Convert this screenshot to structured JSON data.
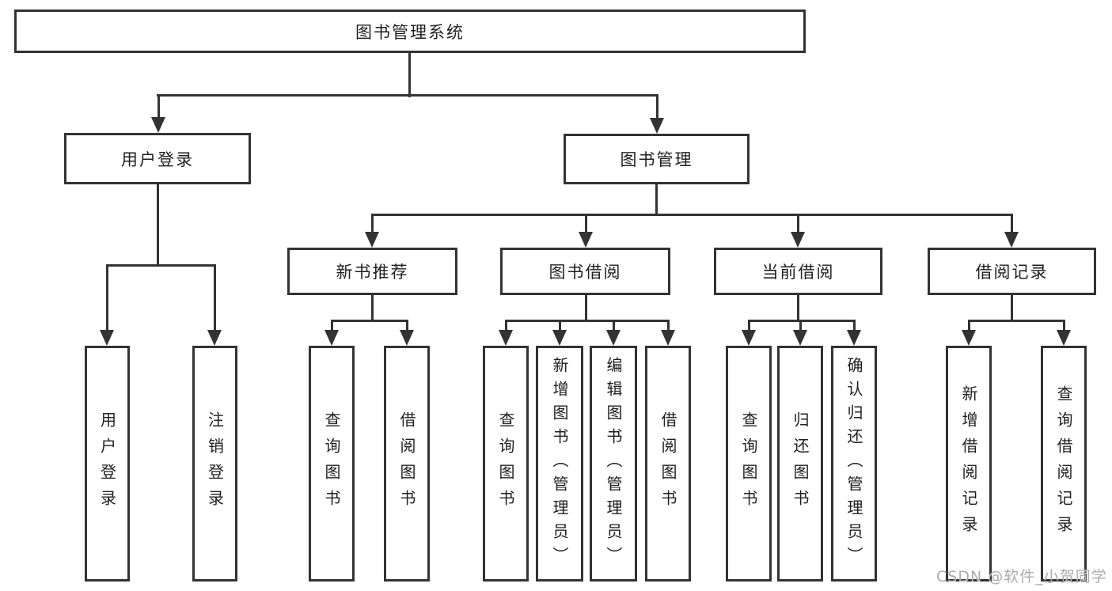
{
  "colors": {
    "line": "#333333",
    "text": "#1f1f1f",
    "watermark": "#ababab",
    "background": "#ffffff"
  },
  "watermark": {
    "text": "CSDN @软件_小贺同学"
  },
  "tree": {
    "root": {
      "label": "图书管理系统",
      "children": [
        {
          "label": "用户登录",
          "children": [
            {
              "label": "用户登录"
            },
            {
              "label": "注销登录"
            }
          ]
        },
        {
          "label": "图书管理",
          "children": [
            {
              "label": "新书推荐",
              "children": [
                {
                  "label": "查询图书"
                },
                {
                  "label": "借阅图书"
                }
              ]
            },
            {
              "label": "图书借阅",
              "children": [
                {
                  "label": "查询图书"
                },
                {
                  "label": "新增图书（管理员）"
                },
                {
                  "label": "编辑图书（管理员）"
                },
                {
                  "label": "借阅图书"
                }
              ]
            },
            {
              "label": "当前借阅",
              "children": [
                {
                  "label": "查询图书"
                },
                {
                  "label": "归还图书"
                },
                {
                  "label": "确认归还（管理员）"
                }
              ]
            },
            {
              "label": "借阅记录",
              "children": [
                {
                  "label": "新增借阅记录"
                },
                {
                  "label": "查询借阅记录"
                }
              ]
            }
          ]
        }
      ]
    }
  }
}
